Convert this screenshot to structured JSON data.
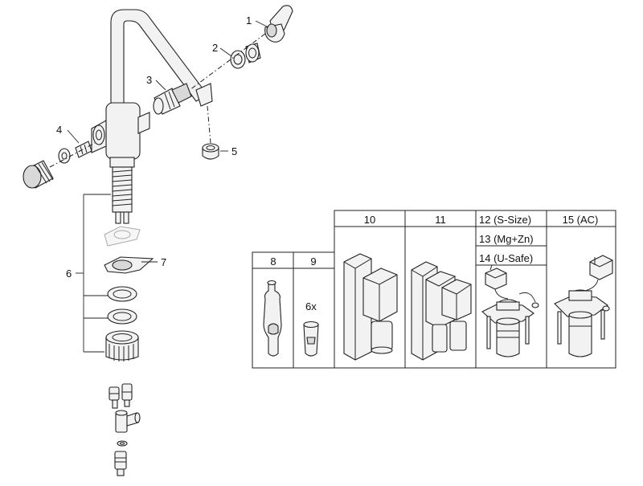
{
  "callouts": {
    "c1": "1",
    "c2": "2",
    "c3": "3",
    "c4": "4",
    "c5": "5",
    "c6": "6",
    "c7": "7"
  },
  "accessory_table": {
    "col8": "8",
    "col9": "9",
    "col9_qty": "6x",
    "col10": "10",
    "col11": "11",
    "col12": "12 (S-Size)",
    "col13": "13 (Mg+Zn)",
    "col14": "14 (U-Safe)",
    "col15": "15 (AC)"
  }
}
